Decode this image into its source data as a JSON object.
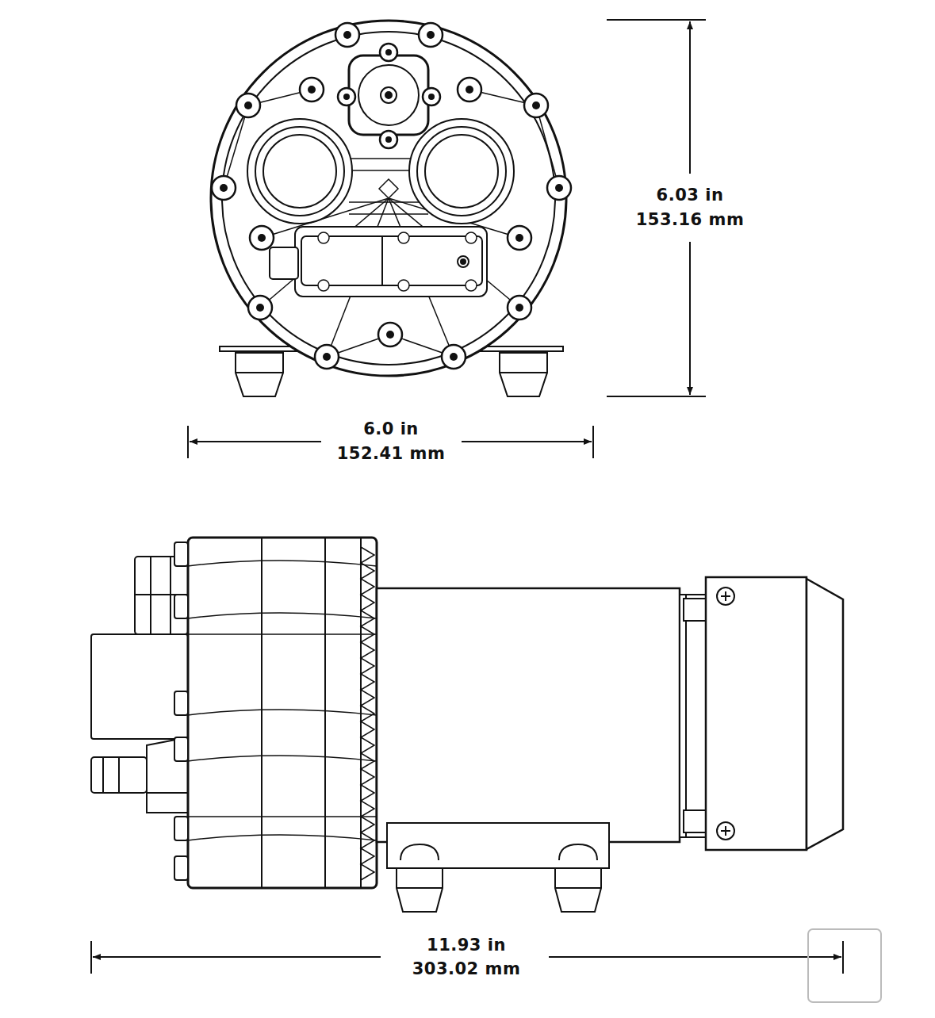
{
  "diagram": {
    "labels": [
      "6.03 in",
      "153.16 mm",
      "6.0 in",
      "152.41 mm",
      "11.93 in",
      "303.02 mm"
    ]
  }
}
